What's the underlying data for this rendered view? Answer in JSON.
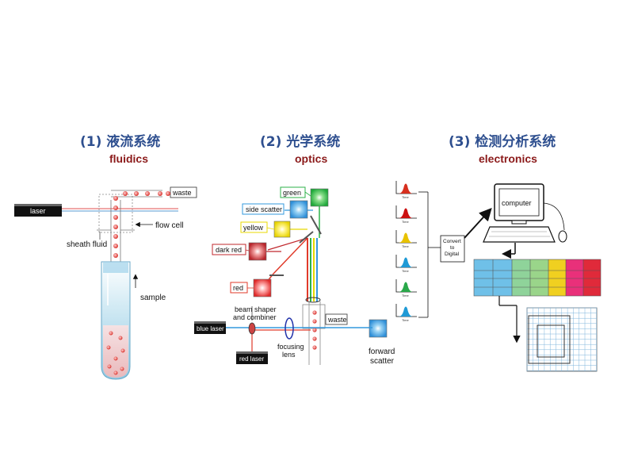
{
  "sections": {
    "fluidics": {
      "title": "(1) 液流系统",
      "subtitle": "fluidics"
    },
    "optics": {
      "title": "(2) 光学系统",
      "subtitle": "optics"
    },
    "electronics": {
      "title": "(3)  检测分析系统",
      "subtitle": "electronics"
    }
  },
  "fluidics": {
    "laser": "laser",
    "waste": "waste",
    "flow_cell": "flow cell",
    "sheath_fluid": "sheath fluid",
    "sample": "sample"
  },
  "optics": {
    "green": "green",
    "side_scatter": "side scatter",
    "yellow": "yellow",
    "dark_red": "dark red",
    "red": "red",
    "beam_shaper_1": "beam shaper",
    "beam_shaper_2": "and combiner",
    "blue_laser": "blue laser",
    "red_laser": "red laser",
    "focusing_1": "focusing",
    "focusing_2": "lens",
    "waste": "waste",
    "forward_1": "forward",
    "forward_2": "scatter"
  },
  "electronics": {
    "pulse_axis_label": "Time",
    "convert_1": "Convert",
    "convert_2": "to",
    "convert_3": "Digital",
    "computer": "computer"
  },
  "pulse_colors": [
    "#d7301f",
    "#cc1111",
    "#e8c200",
    "#1f9ad6",
    "#2aa84a",
    "#1f9ad6"
  ],
  "colors": {
    "title": "#2e4f8f",
    "subtitle": "#8b1a1a",
    "green": "#2db24a",
    "side_scatter": "#3399dd",
    "yellow": "#e8d800",
    "dark_red": "#c0282d",
    "red": "#e8302a",
    "blue_laser_beam": "#3399dd"
  }
}
